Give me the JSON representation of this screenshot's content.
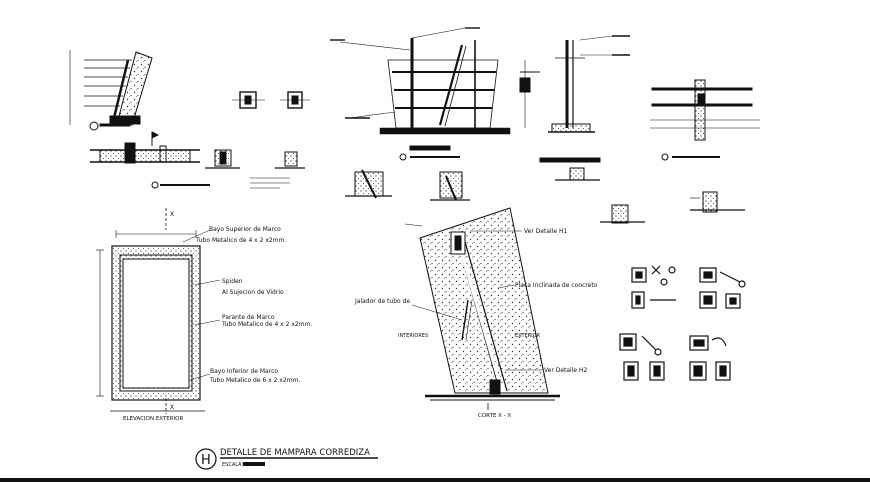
{
  "elevation": {
    "labels": {
      "top_frame_1": "Bayo Superior de Marco",
      "top_frame_2": "Tubo Metalico de 4 x 2 x2mm.",
      "spiden_1": "Spiden",
      "spiden_2": "Al Sujecion de Vidrio",
      "side_frame_1": "Parante de Marco",
      "side_frame_2": "Tubo Metalico de 4 x 2 x2mm.",
      "bottom_frame_1": "Bayo Inferior de Marco",
      "bottom_frame_2": "Tubo Metalico de 6 x 2 x2mm."
    },
    "caption": "ELEVACION EXTERIOR",
    "section_mark_top": "X",
    "section_mark_bottom": "X"
  },
  "section": {
    "labels": {
      "detail_h1": "Ver Detalle H1",
      "sliding_pipe": "Jalador de tubo de",
      "inclined_plate": "Placa Inclinada de concreto",
      "interior": "INTERIORES",
      "exterior": "EXTERIOR",
      "detail_h2": "Ver Detalle H2"
    },
    "caption": "CORTE X - X"
  },
  "title_block": {
    "symbol": "H",
    "title": "DETALLE DE MAMPARA CORREDIZA",
    "scale": "ESCALA:"
  },
  "colors": {
    "ink": "#111111",
    "hatch": "#444444"
  }
}
